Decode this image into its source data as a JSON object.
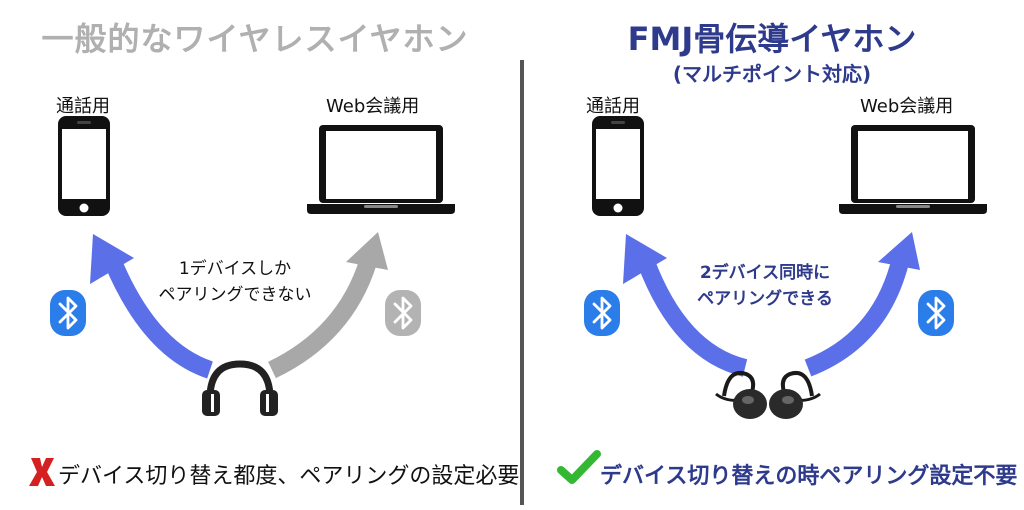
{
  "left_panel": {
    "title": "一般的なワイヤレスイヤホン",
    "phone_label": "通話用",
    "laptop_label": "Web会議用",
    "caption_line1": "1デバイスしか",
    "caption_line2": "ペアリングできない",
    "bottom_text": "デバイス切り替え都度、ペアリングの設定必要"
  },
  "right_panel": {
    "title": "FMJ骨伝導イヤホン",
    "subtitle": "(マルチポイント対応)",
    "phone_label": "通話用",
    "laptop_label": "Web会議用",
    "caption_line1": "2デバイス同時に",
    "caption_line2": "ペアリングできる",
    "bottom_text": "デバイス切り替えの時ペアリング設定不要"
  },
  "icons": {
    "cross_mark": "cross-icon",
    "check_mark": "check-icon",
    "bluetooth": "bluetooth-icon",
    "headphones": "headphones-icon",
    "bone_conduction": "bone-conduction-headset-icon"
  },
  "colors": {
    "accent_blue": "#5a6fe8",
    "title_navy": "#2e3a8c",
    "inactive_gray": "#a8a8a8",
    "bluetooth_blue": "#2b7de9",
    "cross_red": "#d42020",
    "check_green": "#34b833"
  }
}
